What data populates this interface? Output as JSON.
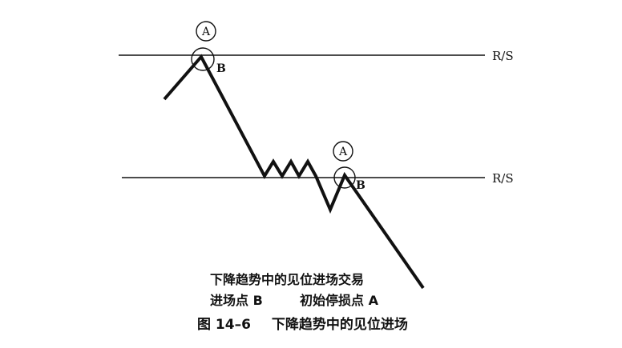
{
  "diagram": {
    "upper_level_label": "R/S",
    "lower_level_label": "R/S",
    "upper_stop_marker": "A",
    "upper_entry_marker": "B",
    "lower_stop_marker": "A",
    "lower_entry_marker": "B"
  },
  "notes": {
    "title": "下降趋势中的见位进场交易",
    "entry_label": "进场点 B",
    "stop_label": "初始停损点 A"
  },
  "caption": {
    "figure_number": "图 14–6",
    "title": "下降趋势中的见位进场"
  }
}
